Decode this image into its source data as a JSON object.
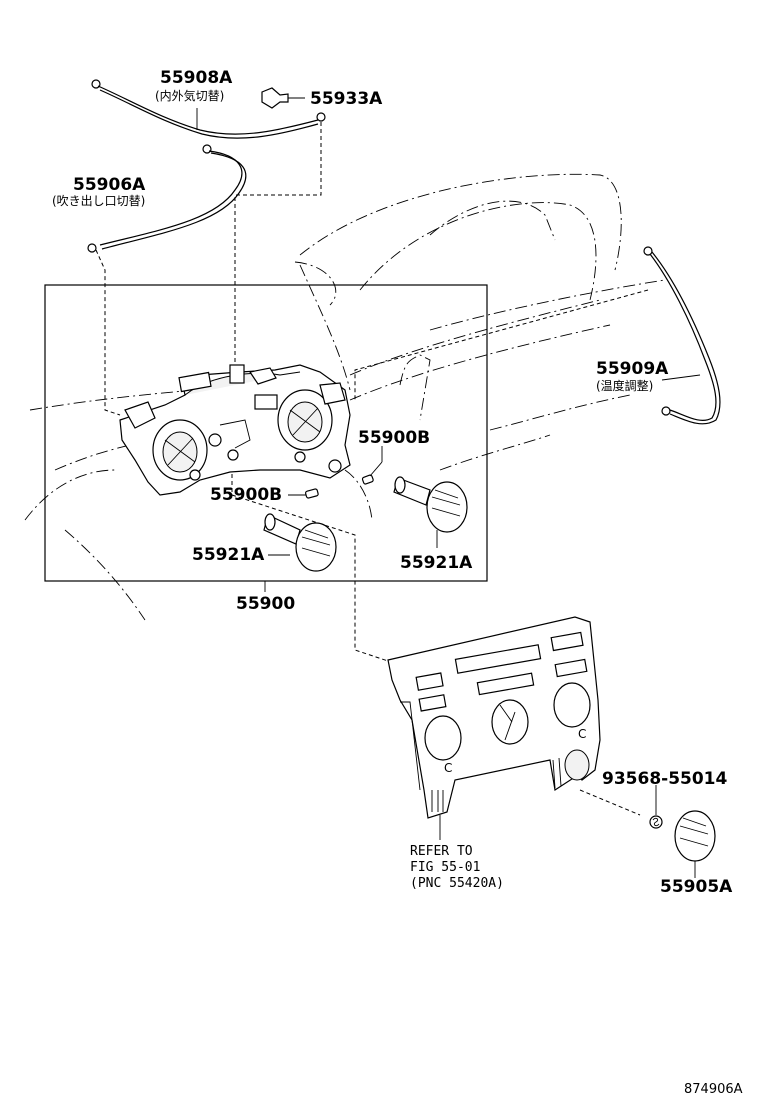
{
  "labels": {
    "p55908A": "55908A",
    "p55908A_sub": "(内外気切替)",
    "p55933A": "55933A",
    "p55906A": "55906A",
    "p55906A_sub": "(吹き出し口切替)",
    "p55909A": "55909A",
    "p55909A_sub": "(温度調整)",
    "p55900B_right": "55900B",
    "p55900B_left": "55900B",
    "p55921A_left": "55921A",
    "p55921A_right": "55921A",
    "p55900": "55900",
    "p93568": "93568-55014",
    "p55905A": "55905A",
    "refer_line1": "REFER TO",
    "refer_line2": "FIG 55-01",
    "refer_line3": "(PNC 55420A)",
    "drawing_code": "874906A",
    "panel_letter_left": "C",
    "panel_letter_right": "C"
  }
}
